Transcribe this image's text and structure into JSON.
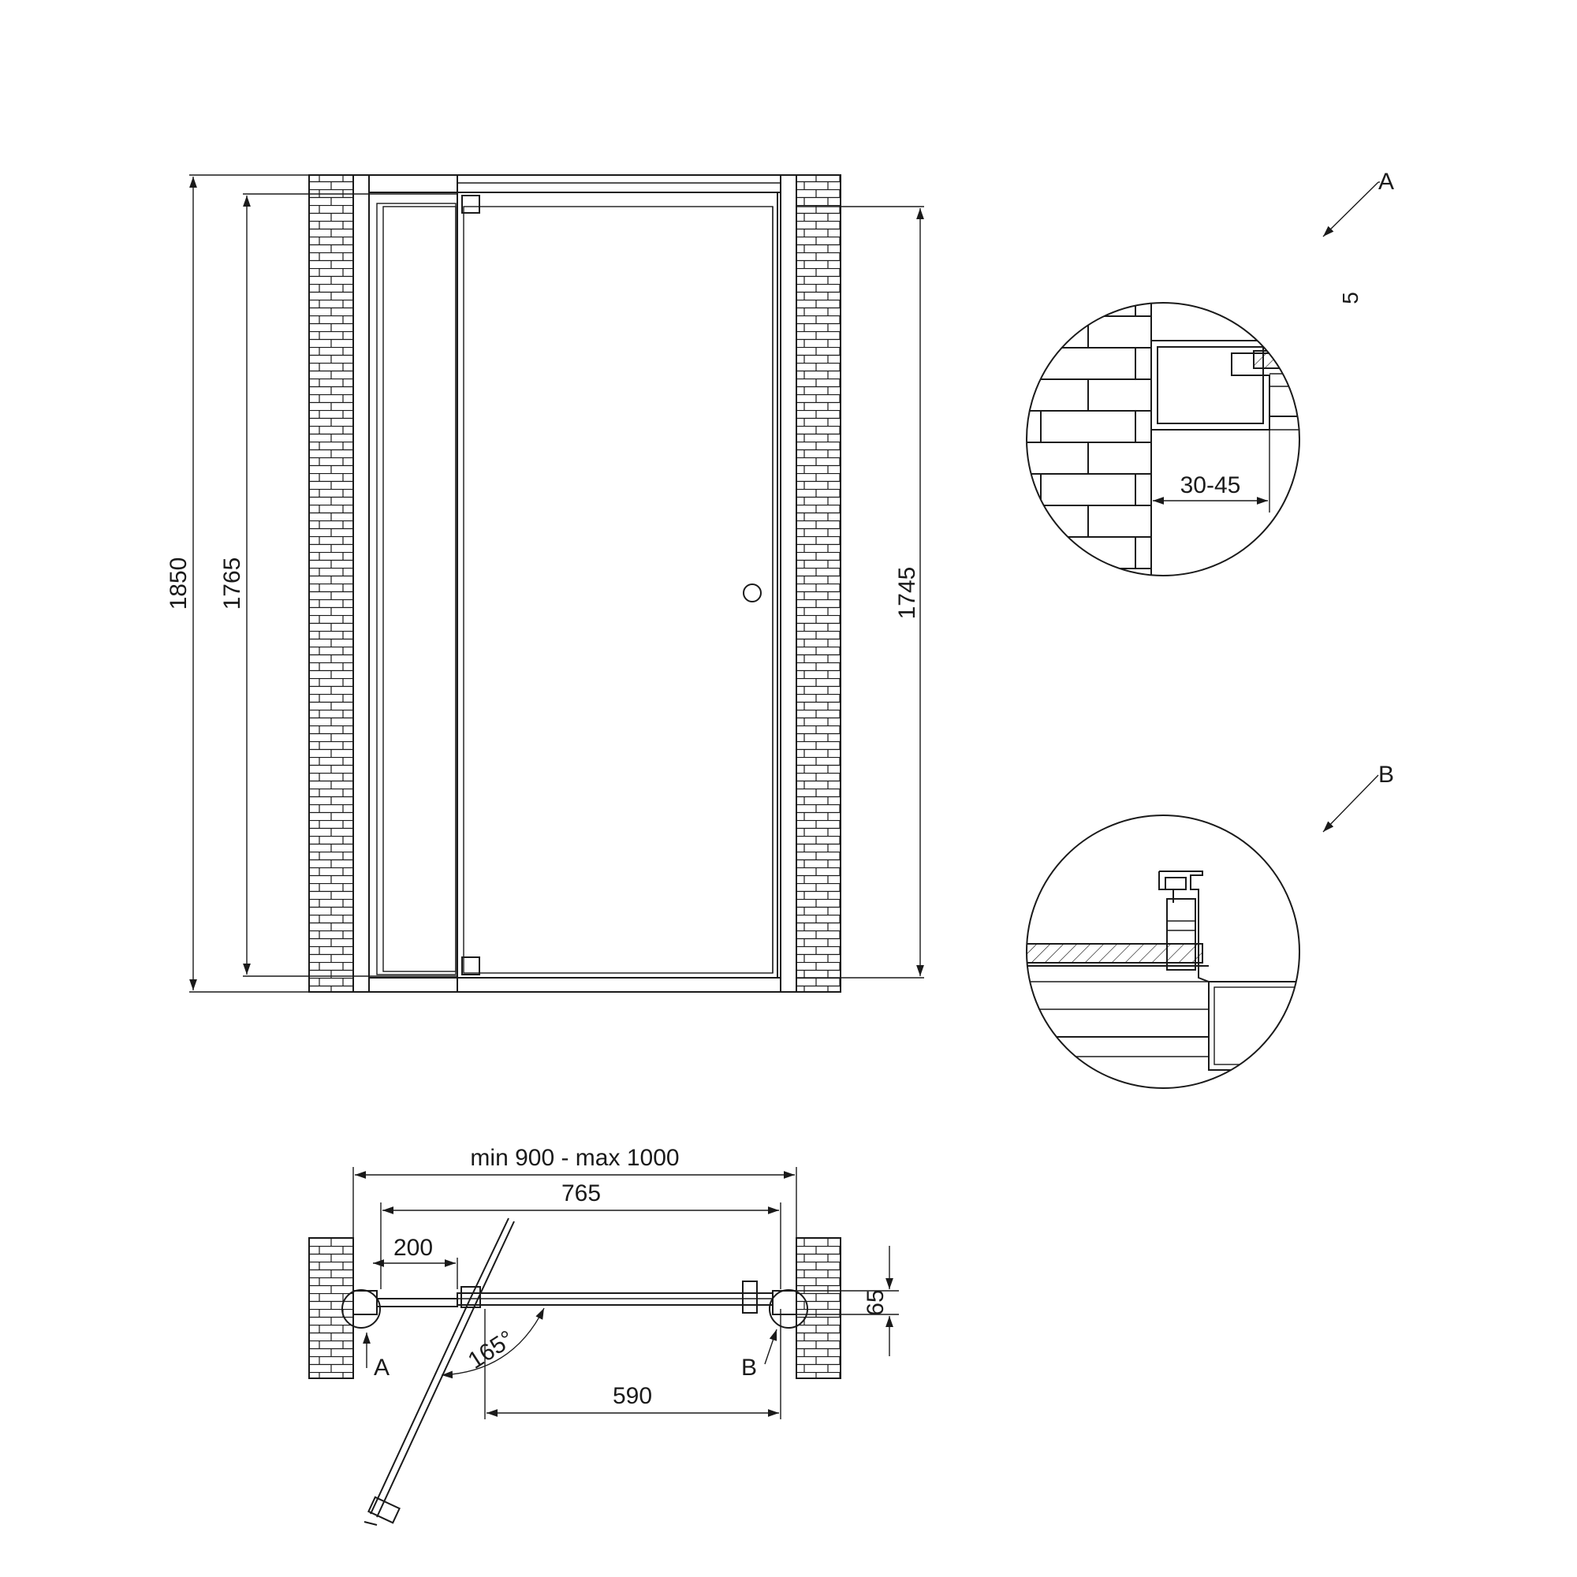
{
  "front_view": {
    "dim_total_height": "1850",
    "dim_door_height": "1765",
    "dim_right_height": "1745"
  },
  "detail_a": {
    "label": "A",
    "dim_gap": "5",
    "dim_adjust": "30-45"
  },
  "detail_b": {
    "label": "B"
  },
  "plan_view": {
    "dim_overall": "min 900 - max 1000",
    "dim_door_width": "765",
    "dim_fixed_panel": "200",
    "dim_profile_depth": "65",
    "dim_angle": "165°",
    "dim_clear_opening": "590",
    "marker_a": "A",
    "marker_b": "B"
  },
  "colors": {
    "line": "#1a1a1a",
    "background": "#ffffff"
  }
}
